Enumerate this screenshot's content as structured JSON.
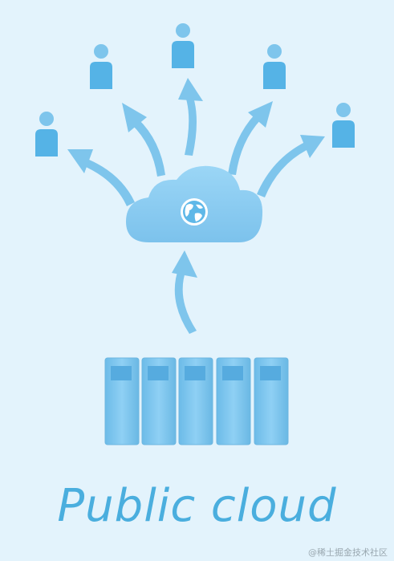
{
  "diagram": {
    "caption": "Public cloud",
    "watermark": "@稀土掘金技术社区",
    "colors": {
      "background": "#e3f3fc",
      "accent": "#4aaede",
      "person": "#55b3e6",
      "person_head": "#7ec5ec",
      "arrow": "#7ec5ec",
      "cloud": "#8fcff3",
      "server": "#7cc8f1"
    },
    "users": [
      {
        "name": "user-icon"
      },
      {
        "name": "user-icon"
      },
      {
        "name": "user-icon"
      },
      {
        "name": "user-icon"
      },
      {
        "name": "user-icon"
      }
    ],
    "center_icon": "globe-icon",
    "server_count": 5
  }
}
